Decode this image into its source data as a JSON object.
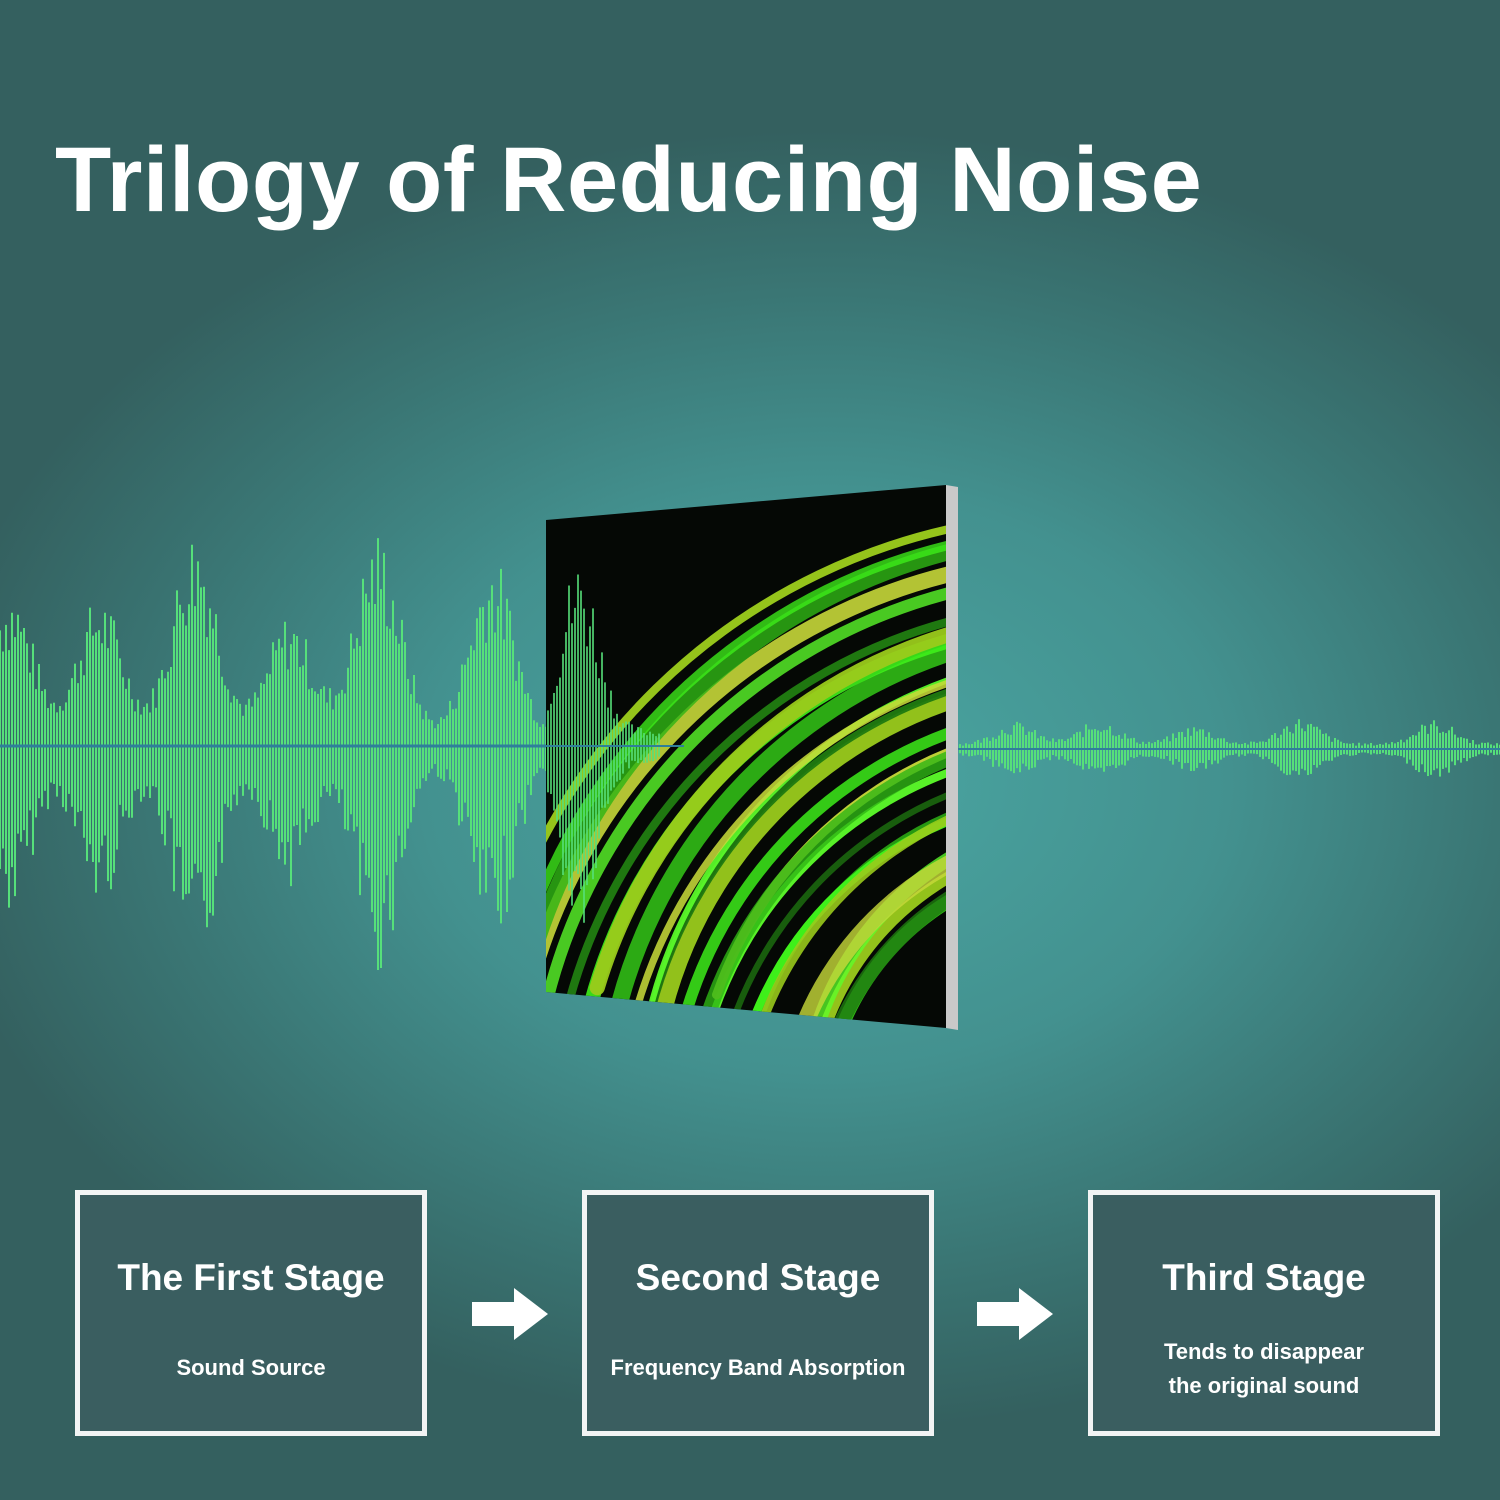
{
  "title": "Trilogy of Reducing Noise",
  "colors": {
    "wave_green": "#56e07a",
    "panel_black": "#050805",
    "swirl_green": "#3ef01a",
    "swirl_olive": "#9acb1c",
    "stage_fill": "#3a5e60",
    "stage_border": "#f2f4f4"
  },
  "illustration": {
    "incoming_wave": "sound-wave-loud",
    "panel": "acoustic-panel",
    "outgoing_wave": "sound-wave-reduced"
  },
  "stages": [
    {
      "title": "The First Stage",
      "description": [
        "Sound Source"
      ]
    },
    {
      "title": "Second Stage",
      "description": [
        "Frequency Band Absorption"
      ]
    },
    {
      "title": "Third Stage",
      "description": [
        "Tends to disappear",
        "the original sound"
      ]
    }
  ],
  "arrows": [
    "arrow-right-icon",
    "arrow-right-icon"
  ]
}
